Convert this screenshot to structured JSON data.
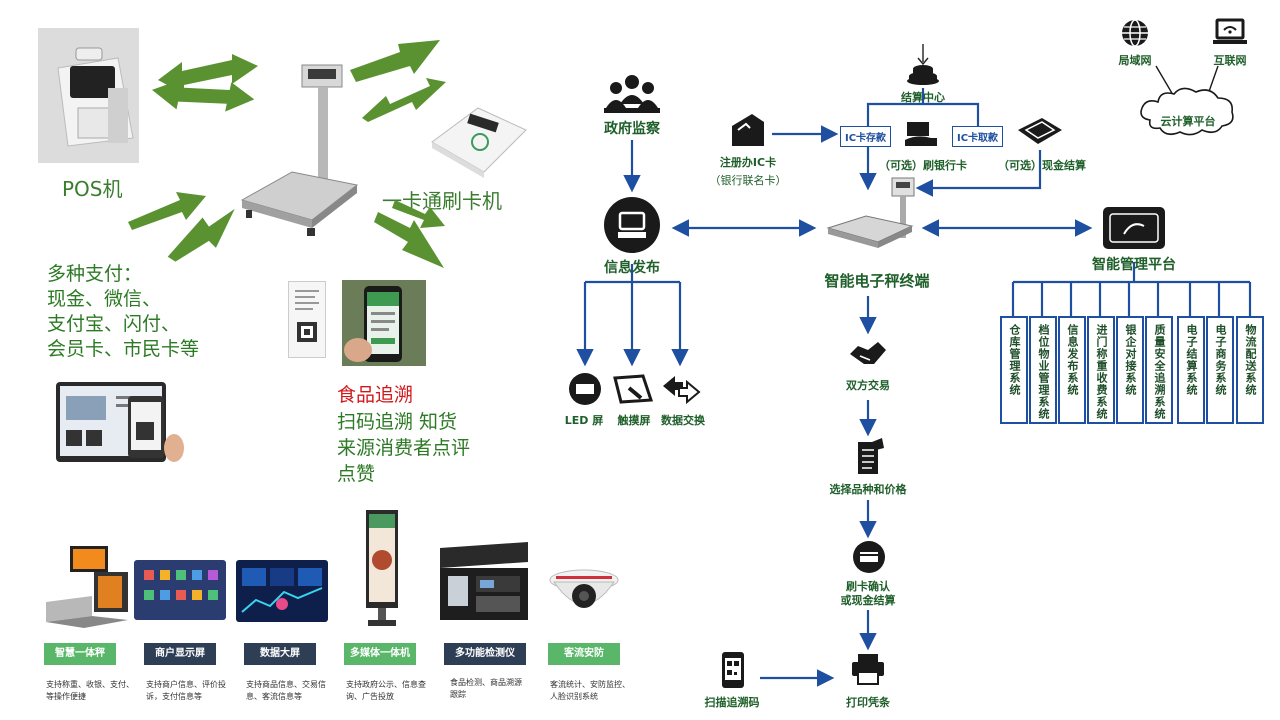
{
  "left": {
    "pos_label": "POS机",
    "card_reader_label": "一卡通刷卡机",
    "payment_lines": [
      "多种支付：",
      "现金、微信、",
      "支付宝、闪付、",
      "会员卡、市民卡等"
    ],
    "trace_title": "食品追溯",
    "trace_lines": [
      "扫码追溯  知货",
      "来源消费者点评",
      "点赞"
    ]
  },
  "products": [
    {
      "name": "智慧一体秤",
      "desc": "支持称重、收银、支付、等操作便捷",
      "color": "#5ab76a"
    },
    {
      "name": "商户显示屏",
      "desc": "支持商户信息、评价投诉，支付信息等",
      "color": "#2e3e55"
    },
    {
      "name": "数据大屏",
      "desc": "支持商品信息、交易信息、客流信息等",
      "color": "#2e3e55"
    },
    {
      "name": "多媒体一体机",
      "desc": "支持政府公示、信息查询、广告投放",
      "color": "#5ab76a"
    },
    {
      "name": "多功能检测仪",
      "desc": "食品检测、商品溯源跟踪",
      "color": "#2e3e55"
    },
    {
      "name": "客流安防",
      "desc": "客流统计、安防监控、人脸识别系统",
      "color": "#5ab76a"
    }
  ],
  "diagram": {
    "gov": "政府监察",
    "info": "信息发布",
    "led": "LED 屏",
    "touch": "触摸屏",
    "exchange": "数据交换",
    "settlement": "结算中心",
    "ic_deposit": "IC卡存款",
    "ic_withdraw": "IC卡取款",
    "register_card": "注册办IC卡",
    "register_card_sub": "（银行联名卡）",
    "bank_card": "（可选）刷银行卡",
    "cash": "（可选）现金结算",
    "terminal": "智能电子秤终端",
    "mgmt": "智能管理平台",
    "lan": "局域网",
    "internet": "互联网",
    "cloud": "云计算平台",
    "trade": "双方交易",
    "choose": "选择品种和价格",
    "swipe": "刷卡确认",
    "swipe2": "或现金结算",
    "scan": "扫描追溯码",
    "print": "打印凭条",
    "systems": [
      "仓库管理系统",
      "档位物业管理系统",
      "信息发布系统",
      "进门称重收费系统",
      "银企对接系统",
      "质量安全追溯系统",
      "电子结算系统",
      "电子商务系统",
      "物流配送系统"
    ]
  }
}
